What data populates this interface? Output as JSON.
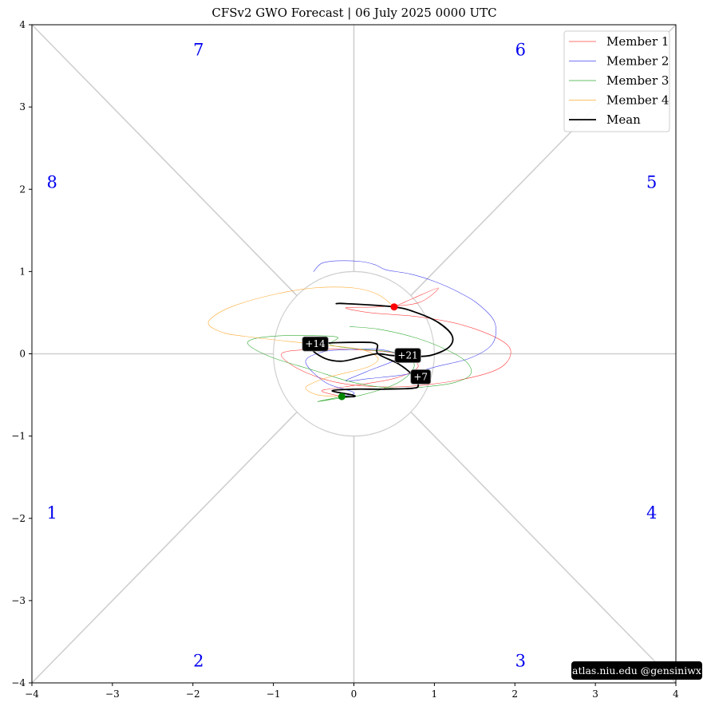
{
  "chart_data": {
    "type": "line",
    "title": "CFSv2 GWO Forecast   |   06  July  2025 0000 UTC",
    "xlim": [
      -4,
      4
    ],
    "ylim": [
      -4,
      4
    ],
    "xticks": [
      -4,
      -3,
      -2,
      -1,
      0,
      1,
      2,
      3,
      4
    ],
    "yticks": [
      -4,
      -3,
      -2,
      -1,
      0,
      1,
      2,
      3,
      4
    ],
    "xtick_labels": [
      "−4",
      "−3",
      "−2",
      "−1",
      "0",
      "1",
      "2",
      "3",
      "4"
    ],
    "ytick_labels": [
      "−4",
      "−3",
      "−2",
      "−1",
      "0",
      "1",
      "2",
      "3",
      "4"
    ],
    "legend_position": "top-right",
    "phases": [
      {
        "label": "1",
        "x": -3.75,
        "y": -1.95
      },
      {
        "label": "2",
        "x": -1.93,
        "y": -3.75
      },
      {
        "label": "3",
        "x": 2.07,
        "y": -3.75
      },
      {
        "label": "4",
        "x": 3.7,
        "y": -1.95
      },
      {
        "label": "5",
        "x": 3.7,
        "y": 2.07
      },
      {
        "label": "6",
        "x": 2.07,
        "y": 3.68
      },
      {
        "label": "7",
        "x": -1.93,
        "y": 3.68
      },
      {
        "label": "8",
        "x": -3.75,
        "y": 2.07
      }
    ],
    "series": [
      {
        "name": "Member 1",
        "color": "#ff4444",
        "width": 0.6,
        "x": [
          0.5,
          0.75,
          1.05,
          0.8,
          0.3,
          -0.1,
          0.2,
          0.8,
          1.35,
          1.8,
          1.95,
          1.8,
          1.3,
          0.6,
          0.0,
          -0.4,
          -0.75,
          -0.9,
          -0.6,
          0.0,
          0.55,
          0.8,
          0.5,
          -0.1,
          -0.4,
          -0.15
        ],
        "y": [
          0.57,
          0.68,
          0.8,
          0.62,
          0.57,
          0.56,
          0.5,
          0.45,
          0.35,
          0.18,
          0.02,
          -0.18,
          -0.32,
          -0.4,
          -0.38,
          -0.3,
          -0.15,
          0.0,
          0.05,
          0.05,
          0.0,
          -0.15,
          -0.3,
          -0.4,
          -0.45,
          -0.52
        ]
      },
      {
        "name": "Member 2",
        "color": "#4444ee",
        "width": 0.6,
        "x": [
          -0.5,
          -0.4,
          -0.2,
          0.1,
          0.27,
          0.4,
          0.7,
          1.0,
          1.3,
          1.55,
          1.75,
          1.72,
          1.45,
          1.05,
          0.65,
          0.2,
          -0.1,
          0.15,
          0.55,
          0.35,
          -0.1,
          -0.4,
          -0.6,
          -0.35,
          0.0,
          -0.15
        ],
        "y": [
          1.0,
          1.1,
          1.13,
          1.12,
          1.08,
          1.02,
          0.97,
          0.88,
          0.75,
          0.6,
          0.38,
          0.12,
          -0.05,
          -0.15,
          -0.25,
          -0.3,
          -0.33,
          -0.22,
          -0.05,
          0.05,
          0.05,
          0.02,
          -0.1,
          -0.35,
          -0.47,
          -0.52
        ]
      },
      {
        "name": "Member 3",
        "color": "#33aa33",
        "width": 0.6,
        "x": [
          -0.05,
          0.3,
          0.75,
          1.15,
          1.4,
          1.45,
          1.25,
          0.9,
          0.5,
          0.0,
          -0.5,
          -1.0,
          -1.3,
          -1.25,
          -0.9,
          -0.45,
          -0.2,
          -0.3,
          -0.15,
          0.15,
          0.6,
          0.75,
          0.55,
          0.1,
          -0.25,
          -0.45,
          -0.15
        ],
        "y": [
          0.33,
          0.3,
          0.2,
          0.05,
          -0.1,
          -0.25,
          -0.35,
          -0.4,
          -0.42,
          -0.35,
          -0.2,
          -0.05,
          0.1,
          0.18,
          0.22,
          0.22,
          0.2,
          0.12,
          0.08,
          0.05,
          0.0,
          -0.15,
          -0.35,
          -0.5,
          -0.55,
          -0.58,
          -0.52
        ]
      },
      {
        "name": "Member 4",
        "color": "#ffaa33",
        "width": 0.6,
        "x": [
          0.5,
          0.3,
          0.0,
          -0.5,
          -1.0,
          -1.5,
          -1.75,
          -1.8,
          -1.6,
          -1.25,
          -0.8,
          -0.3,
          0.1,
          0.3,
          0.2,
          -0.05,
          -0.3,
          -0.5,
          -0.6,
          -0.45,
          -0.15
        ],
        "y": [
          0.57,
          0.72,
          0.8,
          0.8,
          0.72,
          0.58,
          0.45,
          0.35,
          0.25,
          0.2,
          0.15,
          0.1,
          0.05,
          -0.05,
          -0.15,
          -0.22,
          -0.28,
          -0.35,
          -0.42,
          -0.5,
          -0.52
        ]
      },
      {
        "name": "Mean",
        "color": "#000000",
        "width": 1.8,
        "x": [
          -0.22,
          -0.1,
          0.5,
          0.78,
          1.05,
          1.22,
          1.18,
          0.95,
          0.7,
          0.47,
          0.28,
          0.05,
          -0.15,
          -0.35,
          -0.52,
          -0.45,
          0.05,
          0.28,
          0.3,
          0.55,
          0.72,
          0.8,
          0.72,
          0.35,
          0.0,
          -0.27,
          -0.02,
          0.0,
          -0.15
        ],
        "y": [
          0.61,
          0.61,
          0.57,
          0.5,
          0.38,
          0.22,
          0.08,
          -0.02,
          -0.03,
          -0.02,
          0.0,
          -0.05,
          -0.09,
          -0.06,
          0.05,
          0.12,
          0.14,
          0.12,
          0.0,
          -0.12,
          -0.25,
          -0.38,
          -0.42,
          -0.43,
          -0.43,
          -0.45,
          -0.5,
          -0.52,
          -0.52
        ]
      }
    ],
    "markers": [
      {
        "x": 0.5,
        "y": 0.57,
        "color": "#ff0000"
      },
      {
        "x": -0.15,
        "y": -0.52,
        "color": "#008800"
      }
    ],
    "day_labels": [
      {
        "label": "+7",
        "x": 0.83,
        "y": -0.28
      },
      {
        "label": "+14",
        "x": -0.48,
        "y": 0.12
      },
      {
        "label": "+21",
        "x": 0.67,
        "y": -0.02
      }
    ],
    "credit": "atlas.niu.edu  @gensiniwx"
  }
}
